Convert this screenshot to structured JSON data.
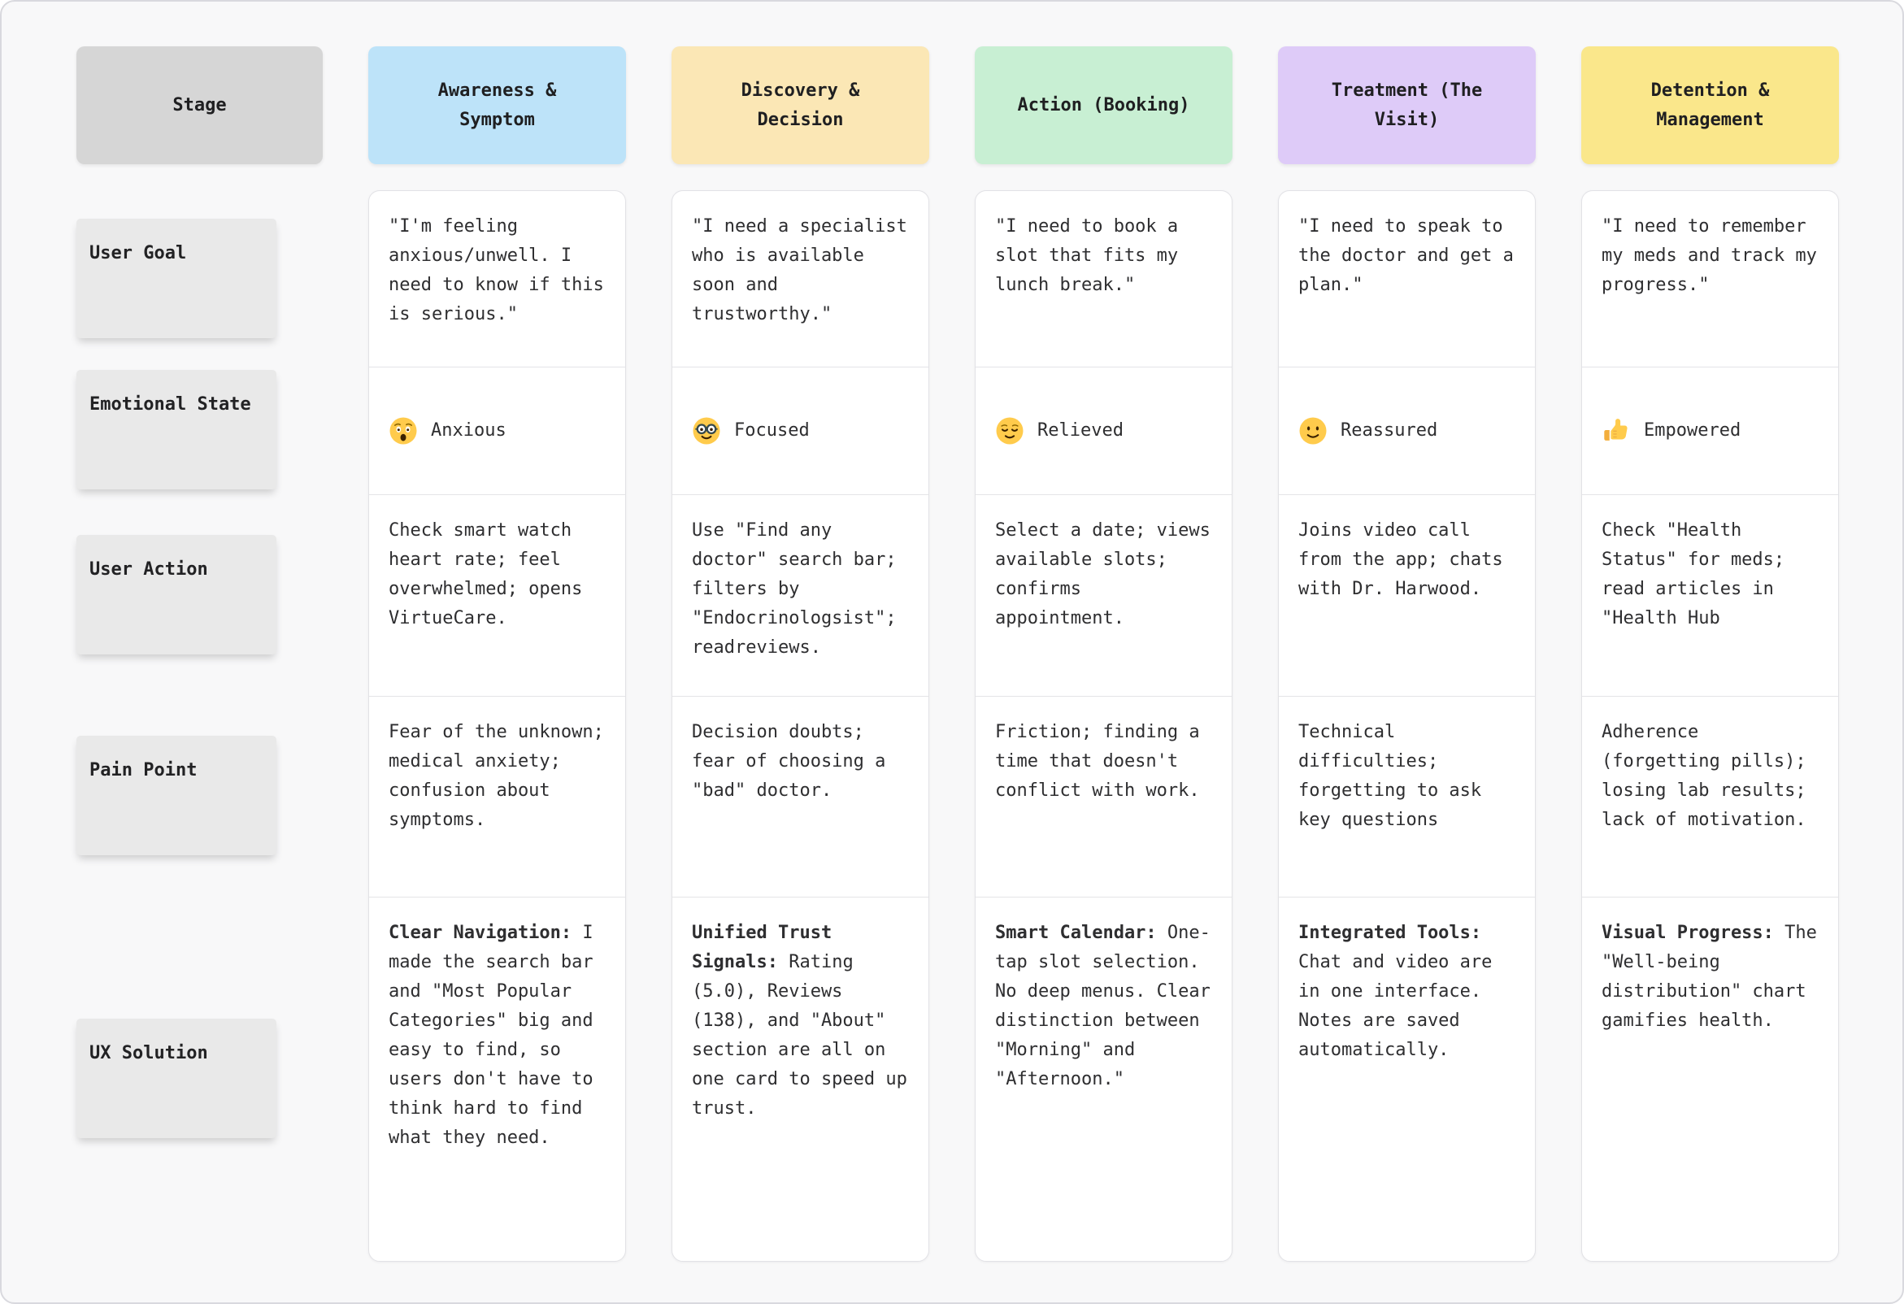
{
  "corner": {
    "label": "Stage",
    "color": "#D6D6D6"
  },
  "row_labels": [
    "User Goal",
    "Emotional State",
    "User Action",
    "Pain Point",
    "UX Solution"
  ],
  "divider_color": "#E4E4E7",
  "columns": [
    {
      "header": "Awareness & Symptom",
      "header_color": "#BDE3F9",
      "user_goal": "\"I'm feeling anxious/unwell. I need to know if this is serious.\"",
      "emotion_icon": "anguished-face",
      "emotion_label": "Anxious",
      "user_action": "Check smart watch heart rate; feel overwhelmed; opens VirtueCare.",
      "pain_point": "Fear of the unknown; medical anxiety; confusion about symptoms.",
      "ux_lead": "Clear Navigation:",
      "ux_text": " I made the search bar and \"Most Popular Categories\" big and easy to find, so users don't have to think hard to find what they need."
    },
    {
      "header": "Discovery & Decision",
      "header_color": "#FBE7B5",
      "user_goal": "\"I need a specialist who is available soon and trustworthy.\"",
      "emotion_icon": "nerd-face",
      "emotion_label": "Focused",
      "user_action": "Use \"Find any doctor\" search bar; filters by \"Endocrinologsist\"; readreviews.",
      "pain_point": "Decision doubts; fear of choosing a \"bad\" doctor.",
      "ux_lead": "Unified Trust Signals:",
      "ux_text": " Rating (5.0), Reviews (138), and \"About\" section are all on one card to speed up trust."
    },
    {
      "header": "Action (Booking)",
      "header_color": "#C8EFD3",
      "user_goal": "\"I need to book a slot that fits my lunch break.\"",
      "emotion_icon": "relieved-face",
      "emotion_label": "Relieved",
      "user_action": "Select a date; views available slots; confirms appointment.",
      "pain_point": "Friction; finding a time that doesn't conflict with work.",
      "ux_lead": "Smart Calendar:",
      "ux_text": " One-tap slot selection. No deep menus. Clear distinction between \"Morning\" and \"Afternoon.\""
    },
    {
      "header": "Treatment (The Visit)",
      "header_color": "#DECBF8",
      "user_goal": "\"I need to speak to the doctor and get a plan.\"",
      "emotion_icon": "slightly-smiling-face",
      "emotion_label": "Reassured",
      "user_action": "Joins video call from the app; chats with Dr. Harwood.",
      "pain_point": "Technical difficulties; forgetting to ask key questions",
      "ux_lead": "Integrated Tools:",
      "ux_text": " Chat and video are in one interface. Notes are saved automatically."
    },
    {
      "header": "Detention & Management",
      "header_color": "#FAE78B",
      "user_goal": "\"I need to remember my meds and track my progress.\"",
      "emotion_icon": "thumbs-up",
      "emotion_label": "Empowered",
      "user_action": "Check \"Health Status\" for meds; read articles in \"Health Hub",
      "pain_point": "Adherence (forgetting pills); losing lab results; lack of motivation.",
      "ux_lead": "Visual Progress:",
      "ux_text": " The \"Well-being distribution\" chart gamifies health."
    }
  ]
}
